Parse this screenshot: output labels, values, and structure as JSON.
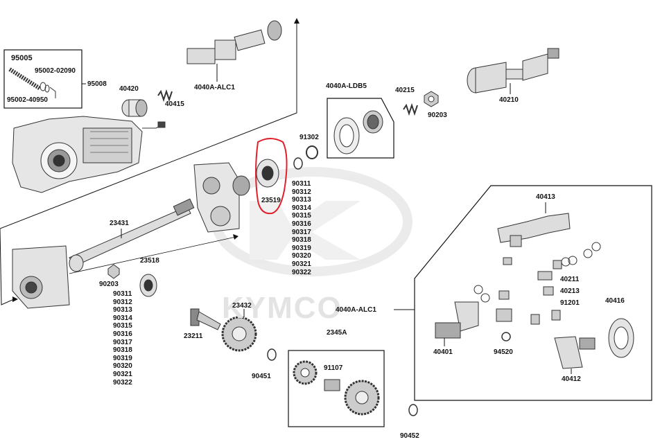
{
  "brand": {
    "watermark": "KYMCO"
  },
  "kit_95005": {
    "title": "95005",
    "sub1": "95002-02090",
    "sub2": "95002-40950"
  },
  "labels": {
    "p95008": "95008",
    "p40420": "40420",
    "p40415": "40415",
    "p4040A_ALC1_top": "4040A-ALC1",
    "p4040A_LDB5": "4040A-LDB5",
    "p40215": "40215",
    "p90203_right": "90203",
    "p40210": "40210",
    "p91302": "91302",
    "p23519": "23519",
    "p23431": "23431",
    "p90203_left": "90203",
    "p23518": "23518",
    "p23432": "23432",
    "p23211": "23211",
    "p90451": "90451",
    "p2345A": "2345A",
    "p91107": "91107",
    "p90452": "90452",
    "p40413": "40413",
    "p40211": "40211",
    "p40213": "40213",
    "p91201": "91201",
    "p40416": "40416",
    "p4040A_ALC1_mid": "4040A-ALC1",
    "p40401": "40401",
    "p94520": "94520",
    "p40412": "40412"
  },
  "shim_series": [
    "90311",
    "90312",
    "90313",
    "90314",
    "90315",
    "90316",
    "90317",
    "90318",
    "90319",
    "90320",
    "90321",
    "90322"
  ],
  "colors": {
    "highlight": "#e0202a",
    "line": "#111111",
    "part": "#8a8a8a",
    "watermark": "#e3e3e3"
  }
}
